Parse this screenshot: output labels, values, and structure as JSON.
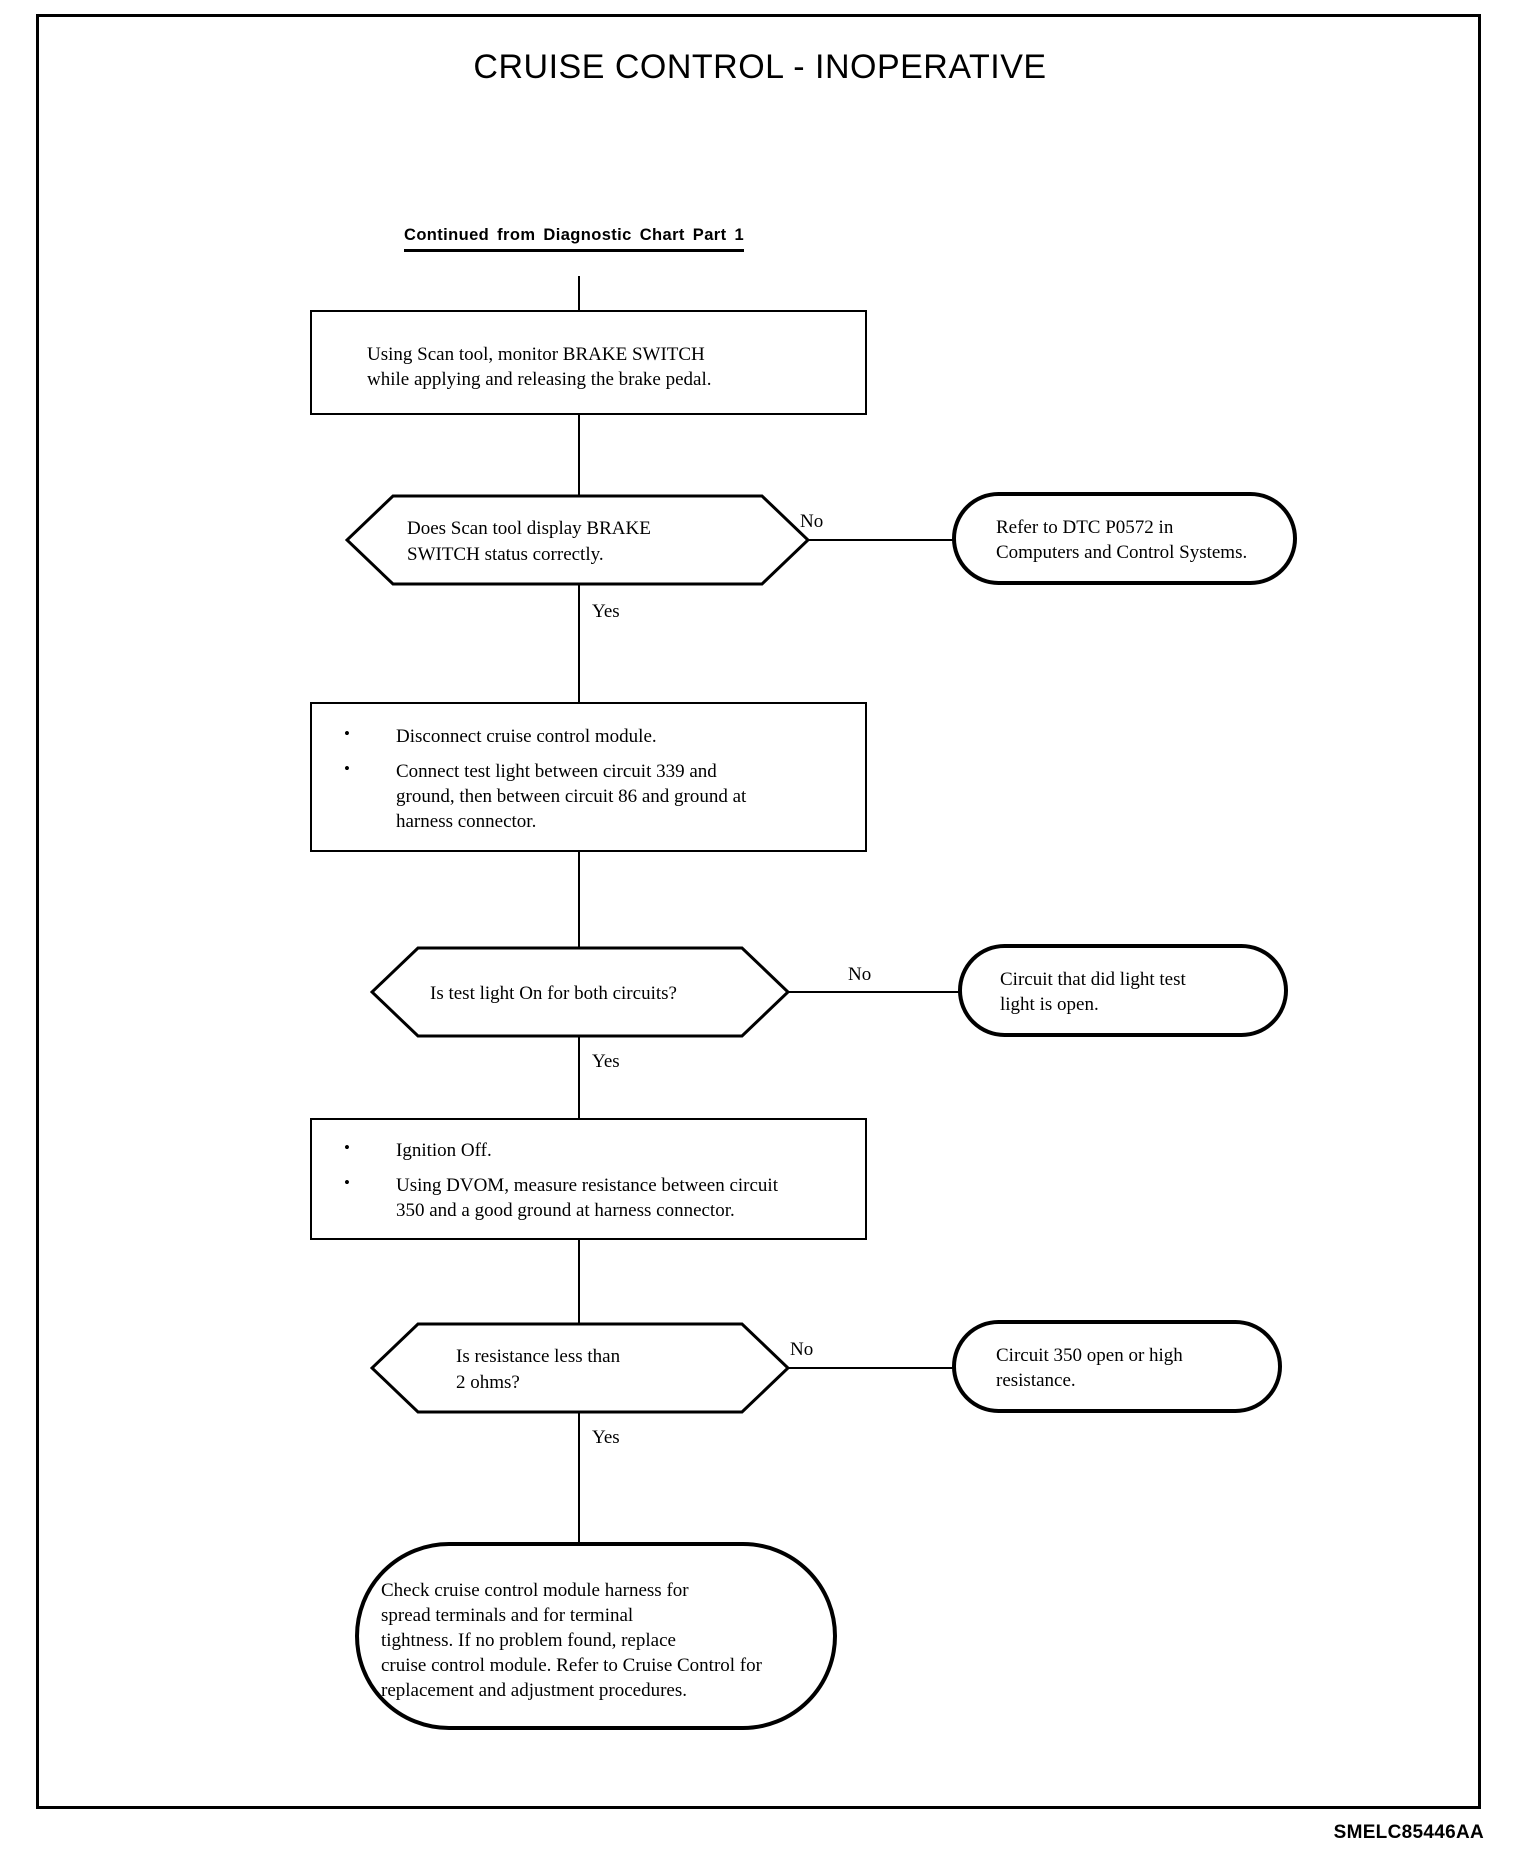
{
  "page": {
    "title": "CRUISE CONTROL - INOPERATIVE",
    "continued_from": "Continued  from  Diagnostic  Chart  Part 1",
    "footer_code": "SMELC85446AA",
    "ink_color": "#000000",
    "paper_color": "#ffffff"
  },
  "chart_data": {
    "type": "flowchart",
    "title": "CRUISE CONTROL - INOPERATIVE",
    "entry": "Continued  from  Diagnostic  Chart  Part 1",
    "nodes": [
      {
        "id": "p1",
        "shape": "process",
        "text": "Using Scan tool, monitor BRAKE SWITCH\nwhile applying and releasing the brake pedal."
      },
      {
        "id": "d1",
        "shape": "decision",
        "text": "Does Scan tool display BRAKE\nSWITCH status correctly."
      },
      {
        "id": "t1",
        "shape": "terminal",
        "text": "Refer to DTC P0572 in\nComputers and Control Systems."
      },
      {
        "id": "p2",
        "shape": "process",
        "bullets": [
          "Disconnect cruise control module.",
          "Connect test light between circuit 339 and\nground, then between circuit 86 and ground at\nharness connector."
        ]
      },
      {
        "id": "d2",
        "shape": "decision",
        "text": "Is test light On for both circuits?"
      },
      {
        "id": "t2",
        "shape": "terminal",
        "text": "Circuit that did light test\nlight is open."
      },
      {
        "id": "p3",
        "shape": "process",
        "bullets": [
          "Ignition Off.",
          "Using DVOM, measure resistance between circuit\n350 and a good ground at harness connector."
        ]
      },
      {
        "id": "d3",
        "shape": "decision",
        "text": "Is resistance less than\n2 ohms?"
      },
      {
        "id": "t3",
        "shape": "terminal",
        "text": "Circuit 350 open or high\nresistance."
      },
      {
        "id": "t4",
        "shape": "terminal",
        "text": "Check cruise control module harness for\nspread terminals and for terminal\ntightness. If no problem found, replace\ncruise control module. Refer to Cruise Control for\nreplacement and adjustment procedures."
      }
    ],
    "edges": [
      {
        "from": "entry",
        "to": "p1",
        "label": ""
      },
      {
        "from": "p1",
        "to": "d1",
        "label": ""
      },
      {
        "from": "d1",
        "to": "t1",
        "label": "No"
      },
      {
        "from": "d1",
        "to": "p2",
        "label": "Yes"
      },
      {
        "from": "p2",
        "to": "d2",
        "label": ""
      },
      {
        "from": "d2",
        "to": "t2",
        "label": "No"
      },
      {
        "from": "d2",
        "to": "p3",
        "label": "Yes"
      },
      {
        "from": "p3",
        "to": "d3",
        "label": ""
      },
      {
        "from": "d3",
        "to": "t3",
        "label": "No"
      },
      {
        "from": "d3",
        "to": "t4",
        "label": "Yes"
      }
    ],
    "labels": {
      "yes": "Yes",
      "no": "No"
    }
  },
  "boxes": {
    "p1": {
      "text": "Using Scan tool, monitor BRAKE SWITCH\nwhile applying and releasing the brake pedal."
    },
    "d1": {
      "text": "Does Scan tool display BRAKE\nSWITCH status correctly."
    },
    "t1": {
      "text": "Refer to DTC P0572 in\nComputers and Control Systems."
    },
    "p2": {
      "bullet1": "Disconnect cruise control module.",
      "bullet2": "Connect test light between circuit 339 and\nground, then between circuit 86 and ground at\nharness connector."
    },
    "d2": {
      "text": "Is test light On for both circuits?"
    },
    "t2": {
      "text": "Circuit that did light test\nlight is open."
    },
    "p3": {
      "bullet1": "Ignition Off.",
      "bullet2": "Using DVOM, measure resistance between circuit\n350 and a good ground at harness connector."
    },
    "d3": {
      "text": "Is resistance less than\n2 ohms?"
    },
    "t3": {
      "text": "Circuit 350 open or high\nresistance."
    },
    "t4": {
      "text": "Check cruise control module harness for\nspread terminals and for terminal\ntightness. If no problem found, replace\ncruise control module. Refer to Cruise Control for\nreplacement and adjustment procedures."
    }
  },
  "labels": {
    "no1": "No",
    "yes1": "Yes",
    "no2": "No",
    "yes2": "Yes",
    "no3": "No",
    "yes3": "Yes"
  }
}
